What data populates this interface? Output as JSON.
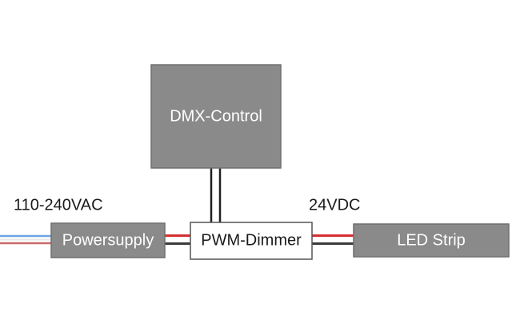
{
  "diagram": {
    "dmx_control": {
      "label": "DMX-Control"
    },
    "powersupply": {
      "label": "Powersupply"
    },
    "pwm_dimmer": {
      "label": "PWM-Dimmer"
    },
    "led_strip": {
      "label": "LED Strip"
    },
    "input_voltage": {
      "label": "110-240VAC"
    },
    "output_voltage": {
      "label": "24VDC"
    }
  },
  "colors": {
    "box_fill": "#8a8a8a",
    "box_border": "#6f6f6f",
    "dimmer_fill": "#ffffff",
    "dimmer_border": "#555555",
    "wire_red": "#d62f2f",
    "wire_dark": "#3a3a3a",
    "wire_blue": "#4f8fd6",
    "control_wire": "#1f1f1f"
  }
}
